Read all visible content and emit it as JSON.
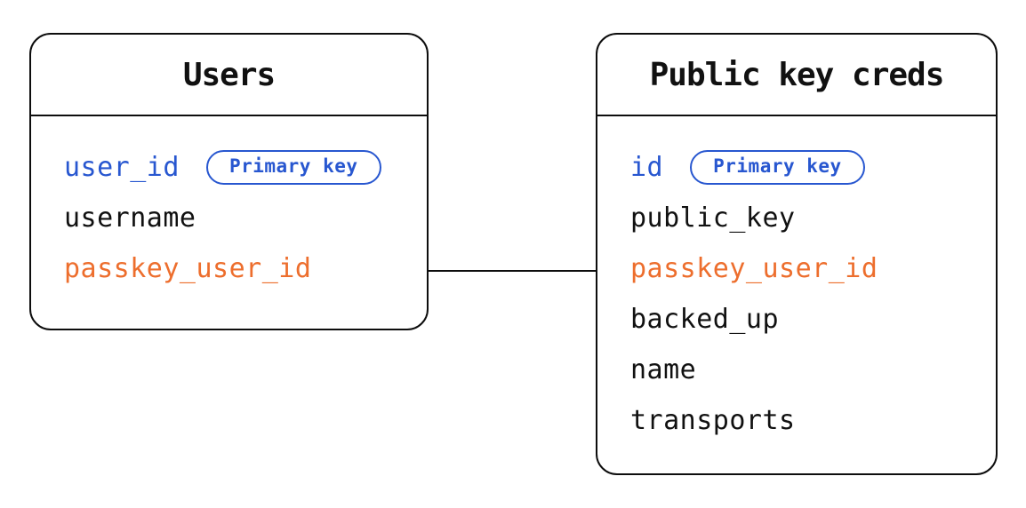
{
  "diagram": {
    "type": "entity-relationship",
    "colors": {
      "background": "#ffffff",
      "border": "#0d0d0d",
      "primary_blue": "#2857d0",
      "foreign_orange": "#ed6e2d",
      "text": "#111111"
    },
    "badge_label": "Primary key",
    "tables": [
      {
        "id": "users",
        "title": "Users",
        "fields": [
          {
            "name": "user_id",
            "color": "blue",
            "badge": "Primary key"
          },
          {
            "name": "username",
            "color": "black"
          },
          {
            "name": "passkey_user_id",
            "color": "orange"
          }
        ]
      },
      {
        "id": "public-key-creds",
        "title": "Public key creds",
        "fields": [
          {
            "name": "id",
            "color": "blue",
            "badge": "Primary key"
          },
          {
            "name": "public_key",
            "color": "black"
          },
          {
            "name": "passkey_user_id",
            "color": "orange"
          },
          {
            "name": "backed_up",
            "color": "black"
          },
          {
            "name": "name",
            "color": "black"
          },
          {
            "name": "transports",
            "color": "black"
          }
        ]
      }
    ],
    "relationship": {
      "from_table": "Users",
      "from_field": "passkey_user_id",
      "to_table": "Public key creds",
      "to_field": "passkey_user_id",
      "style": "straight-line"
    }
  }
}
